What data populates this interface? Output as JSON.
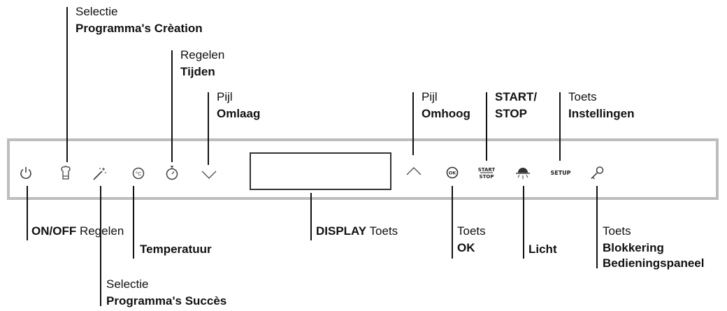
{
  "labels": {
    "selectie_creation": {
      "line1": "Selectie",
      "line2": "Programma's Crèation"
    },
    "regelen_tijden": {
      "line1": "Regelen",
      "line2": "Tijden"
    },
    "pijl_omlaag": {
      "line1": "Pijl",
      "line2": "Omlaag"
    },
    "pijl_omhoog": {
      "line1": "Pijl",
      "line2": "Omhoog"
    },
    "start_stop": {
      "line1": "START/",
      "line2": "STOP"
    },
    "toets_instellingen": {
      "line1": "Toets",
      "line2": "Instellingen"
    },
    "on_off": {
      "bold": "ON/OFF",
      "normal": "Regelen"
    },
    "temperatuur": {
      "text": "Temperatuur"
    },
    "display": {
      "bold": "DISPLAY",
      "normal": "Toets"
    },
    "toets_ok": {
      "line1": "Toets",
      "line2": "OK"
    },
    "licht": {
      "text": "Licht"
    },
    "blokkering": {
      "line1": "Toets",
      "line2": "Blokkering",
      "line3": "Bedieningspaneel"
    },
    "selectie_succes": {
      "line1": "Selectie",
      "line2": "Programma's Succès"
    }
  },
  "icons": {
    "power": "power-icon",
    "chef_hat": "chef-hat-icon",
    "magic_wand": "magic-wand-icon",
    "temperature": "temperature-icon",
    "timer": "timer-icon",
    "down_arrow": "chevron-down-icon",
    "up_arrow": "chevron-up-icon",
    "ok": "ok-icon",
    "start_stop": "start-stop-icon",
    "light": "light-icon",
    "setup": "setup-icon",
    "key": "key-icon"
  },
  "icon_text": {
    "ok": "OK",
    "start": "START",
    "stop": "STOP",
    "setup": "SETUP"
  }
}
